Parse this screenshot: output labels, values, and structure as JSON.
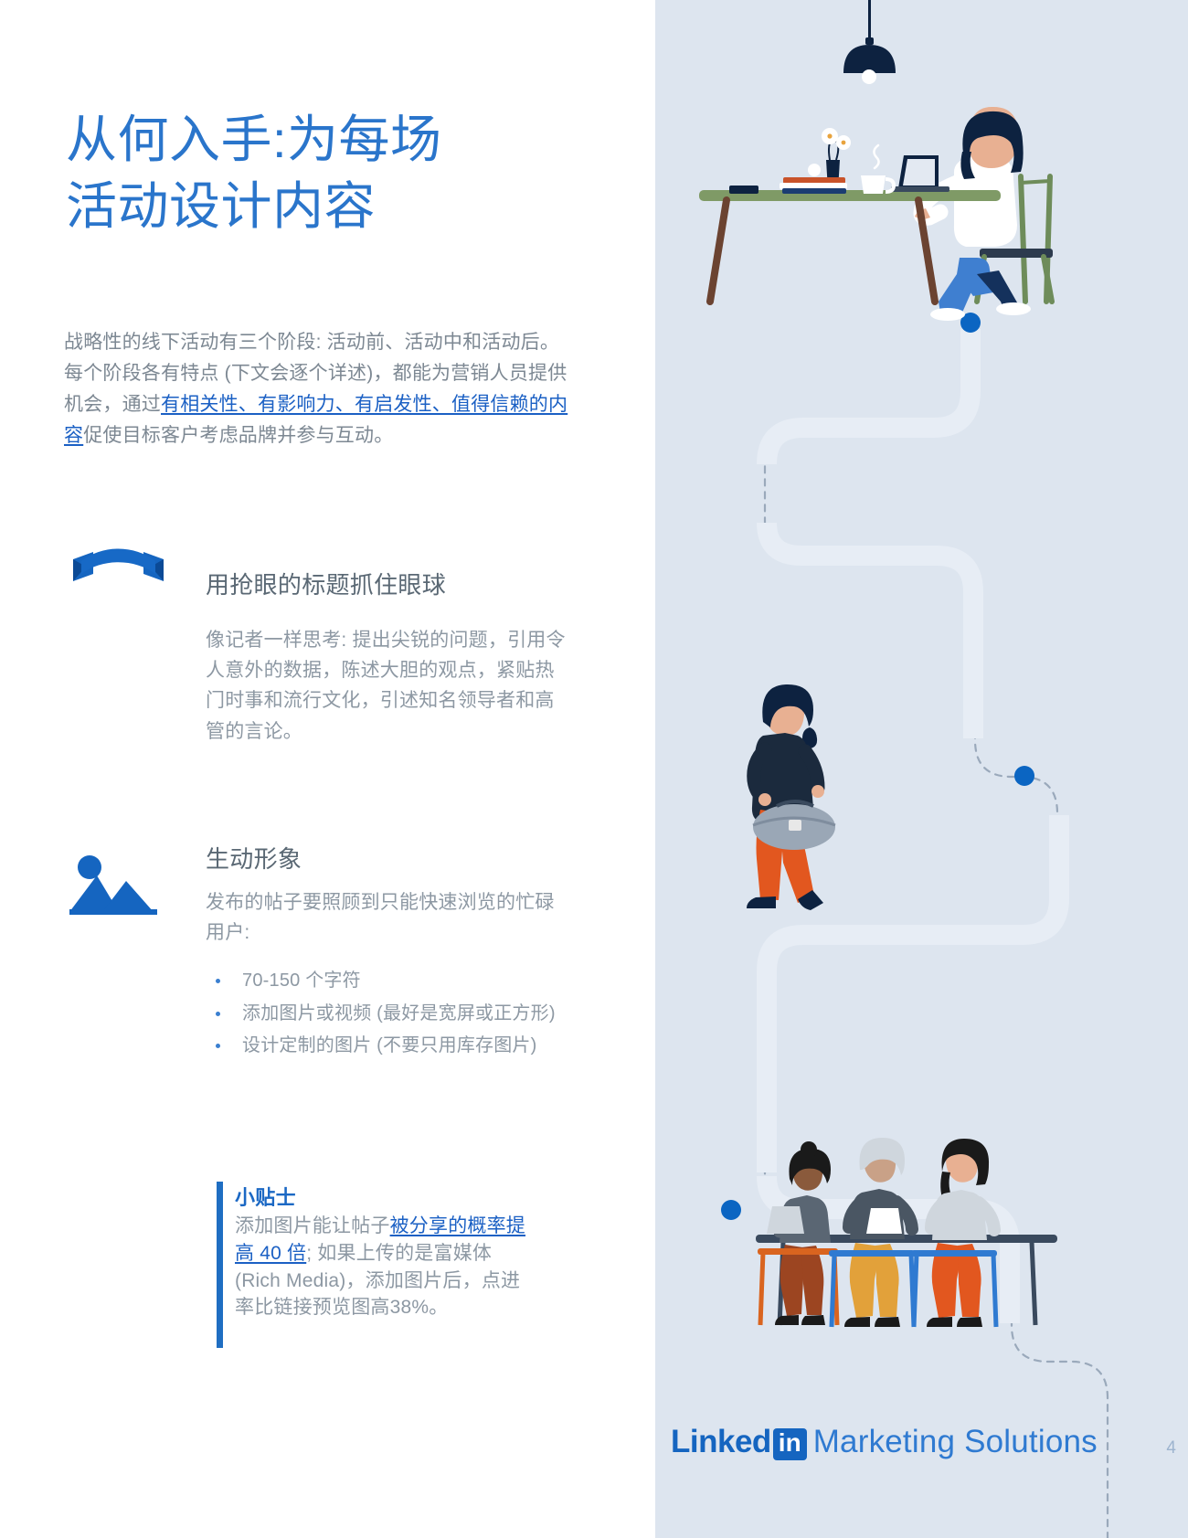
{
  "page": {
    "title": "从何入手:为每场\n活动设计内容",
    "page_number": "4",
    "accent_blue": "#2a75cb",
    "link_blue": "#1b60c4",
    "panel_bg": "#dde5ef",
    "body_gray": "#8d98a3"
  },
  "intro": {
    "part1": "战略性的线下活动有三个阶段: 活动前、活动中和活动后。每个阶段各有特点 (下文会逐个详述)，都能为营销人员提供机会，通过",
    "link": "有相关性、有影响力、有启发性、值得信赖的内容",
    "part2": "促使目标客户考虑品牌并参与互动。"
  },
  "sections": [
    {
      "icon": "ribbon-banner-icon",
      "heading": "用抢眼的标题抓住眼球",
      "body": "像记者一样思考: 提出尖锐的问题，引用令人意外的数据，陈述大胆的观点，紧贴热门时事和流行文化，引述知名领导者和高管的言论。"
    },
    {
      "icon": "image-mountain-icon",
      "heading": "生动形象",
      "body": "发布的帖子要照顾到只能快速浏览的忙碌用户:"
    }
  ],
  "bullets": [
    "70-150 个字符",
    "添加图片或视频 (最好是宽屏或正方形)",
    "设计定制的图片 (不要只用库存图片)"
  ],
  "tip": {
    "title": "小贴士",
    "text_part1": "添加图片能让帖子",
    "link": "被分享的概率提高 40 倍",
    "text_part2": "; 如果上传的是富媒体(Rich Media)，添加图片后，点进率比链接预览图高38%。"
  },
  "footer": {
    "brand_linked": "Linked",
    "brand_in": "in",
    "brand_solutions": "Marketing Solutions"
  },
  "illustration": {
    "scene1": "woman-at-desk-with-laptop",
    "scene2": "person-walking-with-bag",
    "scene3": "three-people-at-table",
    "lamp": "pendant-lamp-icon",
    "path": "dotted-winding-path",
    "dots": [
      "path-dot-1",
      "path-dot-2",
      "path-dot-3"
    ]
  }
}
